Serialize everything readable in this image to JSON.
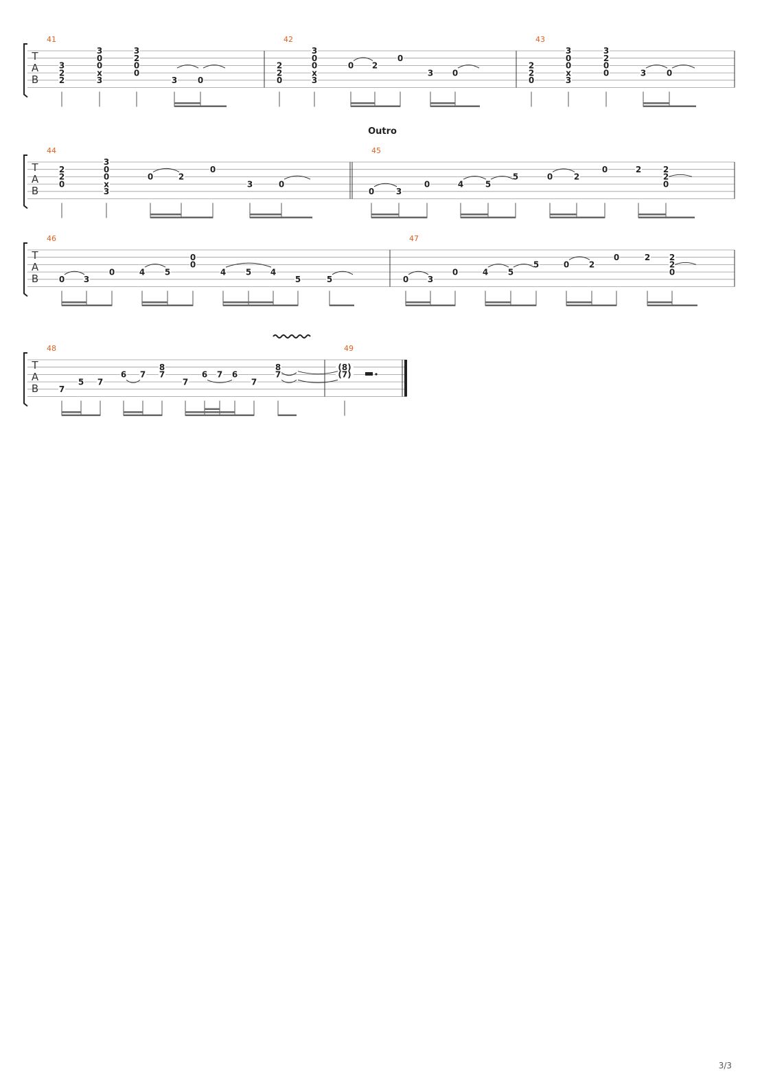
{
  "page": {
    "number": "3/3"
  },
  "clef": {
    "t": "T",
    "a": "A",
    "b": "B"
  },
  "sections": [
    {
      "label": "Outro",
      "measure": 45
    }
  ],
  "vibrato_measure": 48,
  "measures": [
    {
      "num": "41",
      "beats": [
        {
          "n": [
            {
              "s": 2,
              "f": "3"
            },
            {
              "s": 3,
              "f": "2"
            },
            {
              "s": 4,
              "f": "2"
            }
          ]
        },
        {
          "n": [
            {
              "s": 0,
              "f": "3"
            },
            {
              "s": 1,
              "f": "0"
            },
            {
              "s": 2,
              "f": "0"
            },
            {
              "s": 3,
              "f": "x"
            },
            {
              "s": 4,
              "f": "3"
            }
          ]
        },
        {
          "n": [
            {
              "s": 0,
              "f": "3"
            },
            {
              "s": 1,
              "f": "2"
            },
            {
              "s": 2,
              "f": "0"
            },
            {
              "s": 3,
              "f": "0"
            }
          ]
        },
        {
          "n": [
            {
              "s": 4,
              "f": "3"
            }
          ]
        },
        {
          "n": [
            {
              "s": 4,
              "f": "0"
            }
          ]
        }
      ]
    },
    {
      "num": "42",
      "beats": [
        {
          "n": [
            {
              "s": 2,
              "f": "2"
            },
            {
              "s": 3,
              "f": "2"
            },
            {
              "s": 4,
              "f": "0"
            }
          ]
        },
        {
          "n": [
            {
              "s": 0,
              "f": "3"
            },
            {
              "s": 1,
              "f": "0"
            },
            {
              "s": 2,
              "f": "0"
            },
            {
              "s": 3,
              "f": "x"
            },
            {
              "s": 4,
              "f": "3"
            }
          ]
        },
        {
          "n": [
            {
              "s": 2,
              "f": "0"
            }
          ]
        },
        {
          "n": [
            {
              "s": 2,
              "f": "2"
            }
          ]
        },
        {
          "n": [
            {
              "s": 1,
              "f": "0"
            }
          ]
        },
        {
          "n": [
            {
              "s": 3,
              "f": "3"
            }
          ]
        },
        {
          "n": [
            {
              "s": 3,
              "f": "0"
            }
          ]
        }
      ]
    },
    {
      "num": "43",
      "beats": [
        {
          "n": [
            {
              "s": 2,
              "f": "2"
            },
            {
              "s": 3,
              "f": "2"
            },
            {
              "s": 4,
              "f": "0"
            }
          ]
        },
        {
          "n": [
            {
              "s": 0,
              "f": "3"
            },
            {
              "s": 1,
              "f": "0"
            },
            {
              "s": 2,
              "f": "0"
            },
            {
              "s": 3,
              "f": "x"
            },
            {
              "s": 4,
              "f": "3"
            }
          ]
        },
        {
          "n": [
            {
              "s": 0,
              "f": "3"
            },
            {
              "s": 1,
              "f": "2"
            },
            {
              "s": 2,
              "f": "0"
            },
            {
              "s": 3,
              "f": "0"
            }
          ]
        },
        {
          "n": [
            {
              "s": 3,
              "f": "3"
            }
          ]
        },
        {
          "n": [
            {
              "s": 3,
              "f": "0"
            }
          ]
        }
      ]
    },
    {
      "num": "44",
      "beats": [
        {
          "n": [
            {
              "s": 1,
              "f": "2"
            },
            {
              "s": 2,
              "f": "2"
            },
            {
              "s": 3,
              "f": "0"
            }
          ]
        },
        {
          "n": [
            {
              "s": 0,
              "f": "3"
            },
            {
              "s": 1,
              "f": "0"
            },
            {
              "s": 2,
              "f": "0"
            },
            {
              "s": 3,
              "f": "x"
            },
            {
              "s": 4,
              "f": "3"
            }
          ]
        },
        {
          "n": [
            {
              "s": 2,
              "f": "0"
            }
          ]
        },
        {
          "n": [
            {
              "s": 2,
              "f": "2"
            }
          ]
        },
        {
          "n": [
            {
              "s": 1,
              "f": "0"
            }
          ]
        },
        {
          "n": [
            {
              "s": 3,
              "f": "3"
            }
          ]
        },
        {
          "n": [
            {
              "s": 3,
              "f": "0"
            }
          ]
        }
      ]
    },
    {
      "num": "45",
      "beats": [
        {
          "n": [
            {
              "s": 4,
              "f": "0"
            }
          ]
        },
        {
          "n": [
            {
              "s": 4,
              "f": "3"
            }
          ]
        },
        {
          "n": [
            {
              "s": 3,
              "f": "0"
            }
          ]
        },
        {
          "n": [
            {
              "s": 3,
              "f": "4"
            }
          ]
        },
        {
          "n": [
            {
              "s": 3,
              "f": "5"
            }
          ]
        },
        {
          "n": [
            {
              "s": 2,
              "f": "5"
            }
          ]
        },
        {
          "n": [
            {
              "s": 2,
              "f": "0"
            }
          ]
        },
        {
          "n": [
            {
              "s": 2,
              "f": "2"
            }
          ]
        },
        {
          "n": [
            {
              "s": 1,
              "f": "0"
            }
          ]
        },
        {
          "n": [
            {
              "s": 1,
              "f": "2"
            }
          ]
        },
        {
          "n": [
            {
              "s": 1,
              "f": "2"
            },
            {
              "s": 2,
              "f": "2"
            },
            {
              "s": 3,
              "f": "0"
            }
          ]
        }
      ]
    },
    {
      "num": "46",
      "beats": [
        {
          "n": [
            {
              "s": 4,
              "f": "0"
            }
          ]
        },
        {
          "n": [
            {
              "s": 4,
              "f": "3"
            }
          ]
        },
        {
          "n": [
            {
              "s": 3,
              "f": "0"
            }
          ]
        },
        {
          "n": [
            {
              "s": 3,
              "f": "4"
            }
          ]
        },
        {
          "n": [
            {
              "s": 3,
              "f": "5"
            }
          ]
        },
        {
          "n": [
            {
              "s": 1,
              "f": "0"
            },
            {
              "s": 2,
              "f": "0"
            }
          ]
        },
        {
          "n": [
            {
              "s": 3,
              "f": "4"
            }
          ]
        },
        {
          "n": [
            {
              "s": 3,
              "f": "5"
            }
          ]
        },
        {
          "n": [
            {
              "s": 3,
              "f": "4"
            }
          ]
        },
        {
          "n": [
            {
              "s": 4,
              "f": "5"
            }
          ]
        },
        {
          "n": [
            {
              "s": 4,
              "f": "5"
            }
          ]
        }
      ]
    },
    {
      "num": "47",
      "beats": [
        {
          "n": [
            {
              "s": 4,
              "f": "0"
            }
          ]
        },
        {
          "n": [
            {
              "s": 4,
              "f": "3"
            }
          ]
        },
        {
          "n": [
            {
              "s": 3,
              "f": "0"
            }
          ]
        },
        {
          "n": [
            {
              "s": 3,
              "f": "4"
            }
          ]
        },
        {
          "n": [
            {
              "s": 3,
              "f": "5"
            }
          ]
        },
        {
          "n": [
            {
              "s": 2,
              "f": "5"
            }
          ]
        },
        {
          "n": [
            {
              "s": 2,
              "f": "0"
            }
          ]
        },
        {
          "n": [
            {
              "s": 2,
              "f": "2"
            }
          ]
        },
        {
          "n": [
            {
              "s": 1,
              "f": "0"
            }
          ]
        },
        {
          "n": [
            {
              "s": 1,
              "f": "2"
            }
          ]
        },
        {
          "n": [
            {
              "s": 1,
              "f": "2"
            },
            {
              "s": 2,
              "f": "2"
            },
            {
              "s": 3,
              "f": "0"
            }
          ]
        }
      ]
    },
    {
      "num": "48",
      "beats": [
        {
          "n": [
            {
              "s": 4,
              "f": "7"
            }
          ]
        },
        {
          "n": [
            {
              "s": 3,
              "f": "5"
            }
          ]
        },
        {
          "n": [
            {
              "s": 3,
              "f": "7"
            }
          ]
        },
        {
          "n": [
            {
              "s": 2,
              "f": "6"
            }
          ]
        },
        {
          "n": [
            {
              "s": 2,
              "f": "7"
            }
          ]
        },
        {
          "n": [
            {
              "s": 1,
              "f": "8"
            },
            {
              "s": 2,
              "f": "7"
            }
          ]
        },
        {
          "n": [
            {
              "s": 3,
              "f": "7"
            }
          ]
        },
        {
          "n": [
            {
              "s": 2,
              "f": "6"
            }
          ]
        },
        {
          "n": [
            {
              "s": 2,
              "f": "7"
            }
          ]
        },
        {
          "n": [
            {
              "s": 2,
              "f": "6"
            }
          ]
        },
        {
          "n": [
            {
              "s": 3,
              "f": "7"
            }
          ]
        },
        {
          "n": [
            {
              "s": 1,
              "f": "8"
            },
            {
              "s": 2,
              "f": "7"
            }
          ]
        }
      ]
    },
    {
      "num": "49",
      "beats": [
        {
          "n": [
            {
              "s": 1,
              "f": "(8)"
            },
            {
              "s": 2,
              "f": "(7)"
            }
          ]
        }
      ]
    }
  ]
}
